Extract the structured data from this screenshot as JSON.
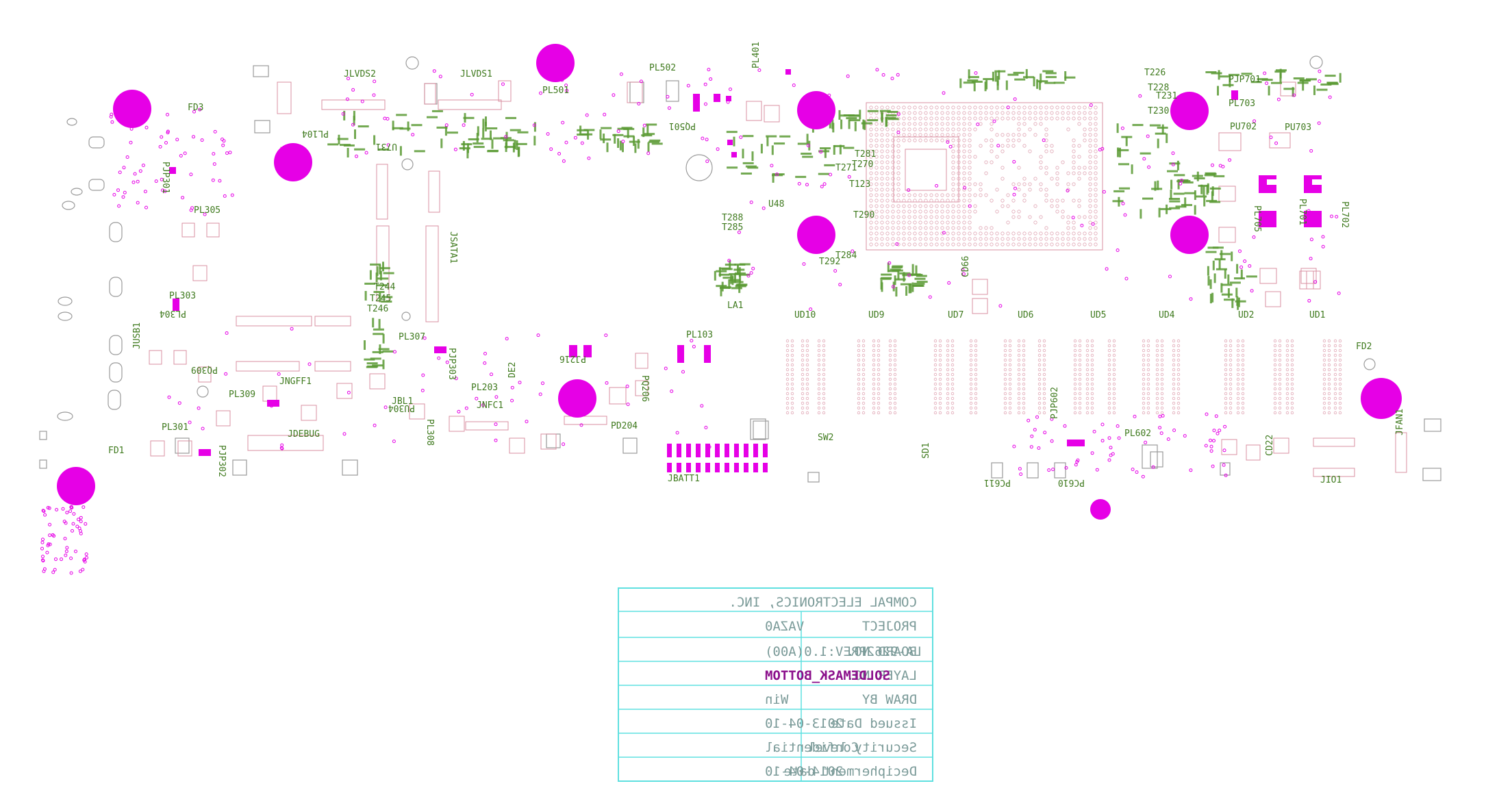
{
  "drawing": {
    "layer_text": "SOLDEMASK_BOTTOM",
    "colors": {
      "pad_magenta": "#e600e6",
      "outline_pink": "#d98fa0",
      "silk_green": "#3f7a1e",
      "title_cyan": "#5fe0e0",
      "outline_grey": "#9a9a9a"
    }
  },
  "title_block": {
    "company": "COMPAL ELECTRONICS, INC.",
    "rows": [
      {
        "label": "PROJECT",
        "value": "VAZA0"
      },
      {
        "label": "BOARD NO.",
        "value": "LA-9262PREV:1.0(A00)"
      },
      {
        "label": "LAYER NO.",
        "value": "SOLDEMASK_BOTTOM"
      },
      {
        "label": "DRAW BY",
        "value": "Win"
      },
      {
        "label": "Issued Date",
        "value": "2013-04-10"
      },
      {
        "label": "Security level",
        "value": "Confidential"
      },
      {
        "label": "Decipherment date",
        "value": "2014-04-10"
      }
    ]
  },
  "refdes": {
    "jlvds2": "JLVDS2",
    "jlvds1": "JLVDS1",
    "pl502": "PL502",
    "pl501": "PL501",
    "pl401": "PL401",
    "fd3": "FD3",
    "fd2": "FD2",
    "fd1": "FD1",
    "jsata1": "JSATA1",
    "pl305": "PL305",
    "pl307": "PL307",
    "pl309": "PL309",
    "pl301": "PL301",
    "pl308": "PL308",
    "pl103": "PL103",
    "pl602": "PL602",
    "pl702": "PL702",
    "pl703": "PL703",
    "pl701": "PL701",
    "pl705": "PL705",
    "pu702": "PU702",
    "pu703": "PU703",
    "pjp701": "PJP701",
    "jbatt1": "JBATT1",
    "sw2": "SW2",
    "jfan1": "JFAN1",
    "jio1": "JIO1",
    "jusb1": "JUSB1",
    "jngff1": "JNGFF1",
    "jdebug": "JDEBUG",
    "jnfc1": "JNFC1",
    "jbl1": "JBL1",
    "pl303": "PL303",
    "pl304": "PL304",
    "t226": "T226",
    "t228": "T228",
    "t231": "T231",
    "t230": "T230",
    "t281": "T281",
    "t270": "T270",
    "t271": "T271",
    "t123": "T123",
    "t290": "T290",
    "t284": "T284",
    "t292": "T292",
    "t288": "T288",
    "t285": "T285",
    "t244": "T244",
    "t245": "T245",
    "t246": "T246",
    "u48": "U48",
    "la1": "LA1",
    "ud10": "UD10",
    "ud9": "UD9",
    "ud7": "UD7",
    "ud6": "UD6",
    "ud5": "UD5",
    "ud4": "UD4",
    "ud2": "UD2",
    "ud1": "UD1",
    "cd66": "CD66",
    "cd22": "CD22",
    "pc610": "PC610",
    "pc611": "PC611",
    "pjp602": "PJP602",
    "pjp302": "PJP302",
    "pjp301": "PJP301",
    "pjp303": "PJP303",
    "pd204": "PD204",
    "pq206": "PQ206",
    "pj216": "PJ216",
    "pl203": "PL203",
    "de2": "DE2",
    "pu304": "PU304",
    "pq309": "PQ309",
    "pl104": "PL104",
    "u731": "U731",
    "pq501": "PQ501",
    "sd1": "SD1"
  }
}
